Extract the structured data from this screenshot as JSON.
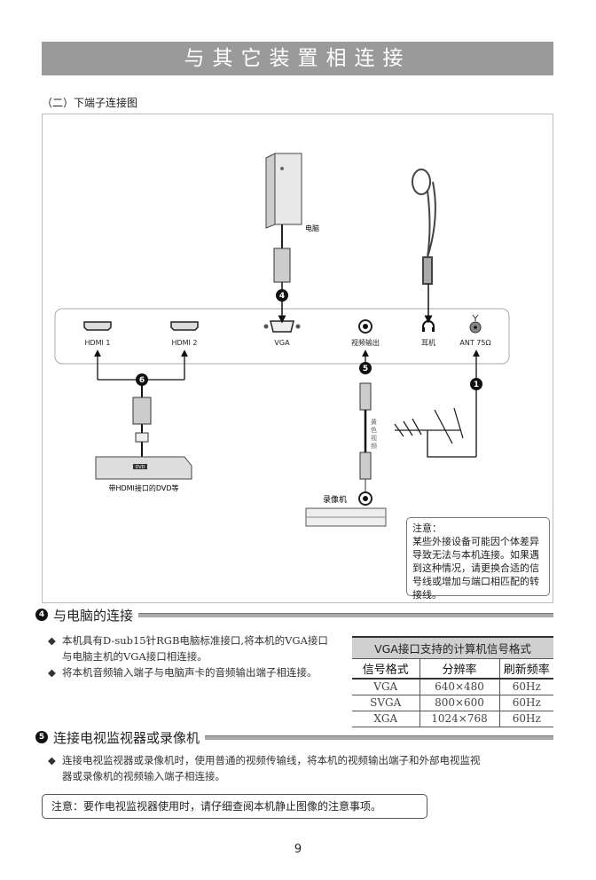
{
  "title": "与其它装置相连接",
  "subtitle": "（二）下端子连接图",
  "diagram": {
    "ports": [
      "HDMI 1",
      "HDMI 2",
      "VGA",
      "视频输出",
      "耳机",
      "ANT 75Ω"
    ],
    "computer_label": "电脑",
    "dvd_label": "带HDMI接口的DVD等",
    "vcr_label": "录像机",
    "cable_label": [
      "黄",
      "色",
      "视",
      "频"
    ],
    "markers": [
      "4",
      "6",
      "5",
      "1"
    ],
    "dvd_logo": "DVD"
  },
  "note_box": {
    "title": "注意：",
    "lines": [
      "某些外接设备可能因个体差异",
      "导致无法与本机连接。如果遇",
      "到这种情况，请更换合适的信",
      "号线或增加与端口相匹配的转",
      "接线。"
    ]
  },
  "section4": {
    "num": "4",
    "title": "与电脑的连接",
    "bullets": [
      [
        "本机具有D-sub15针RGB电脑标准接口,将本机的VGA接口",
        "与电脑主机的VGA接口相连接。"
      ],
      [
        "将本机音频输入端子与电脑声卡的音频输出端子相连接。"
      ]
    ],
    "table": {
      "title": "VGA接口支持的计算机信号格式",
      "headers": [
        "信号格式",
        "分辨率",
        "刷新频率"
      ],
      "rows": [
        [
          "VGA",
          "640×480",
          "60Hz"
        ],
        [
          "SVGA",
          "800×600",
          "60Hz"
        ],
        [
          "XGA",
          "1024×768",
          "60Hz"
        ]
      ]
    }
  },
  "section5": {
    "num": "5",
    "title": "连接电视监视器或录像机",
    "bullets": [
      [
        "连接电视监视器或录像机时，使用普通的视频传输线，将本机的视频输出端子和外部电视监视",
        "器或录像机的视频输入端子相连接。"
      ]
    ]
  },
  "bottom_note": "注意：要作电视监视器使用时，请仔细查阅本机静止图像的注意事项。",
  "page_number": "9"
}
